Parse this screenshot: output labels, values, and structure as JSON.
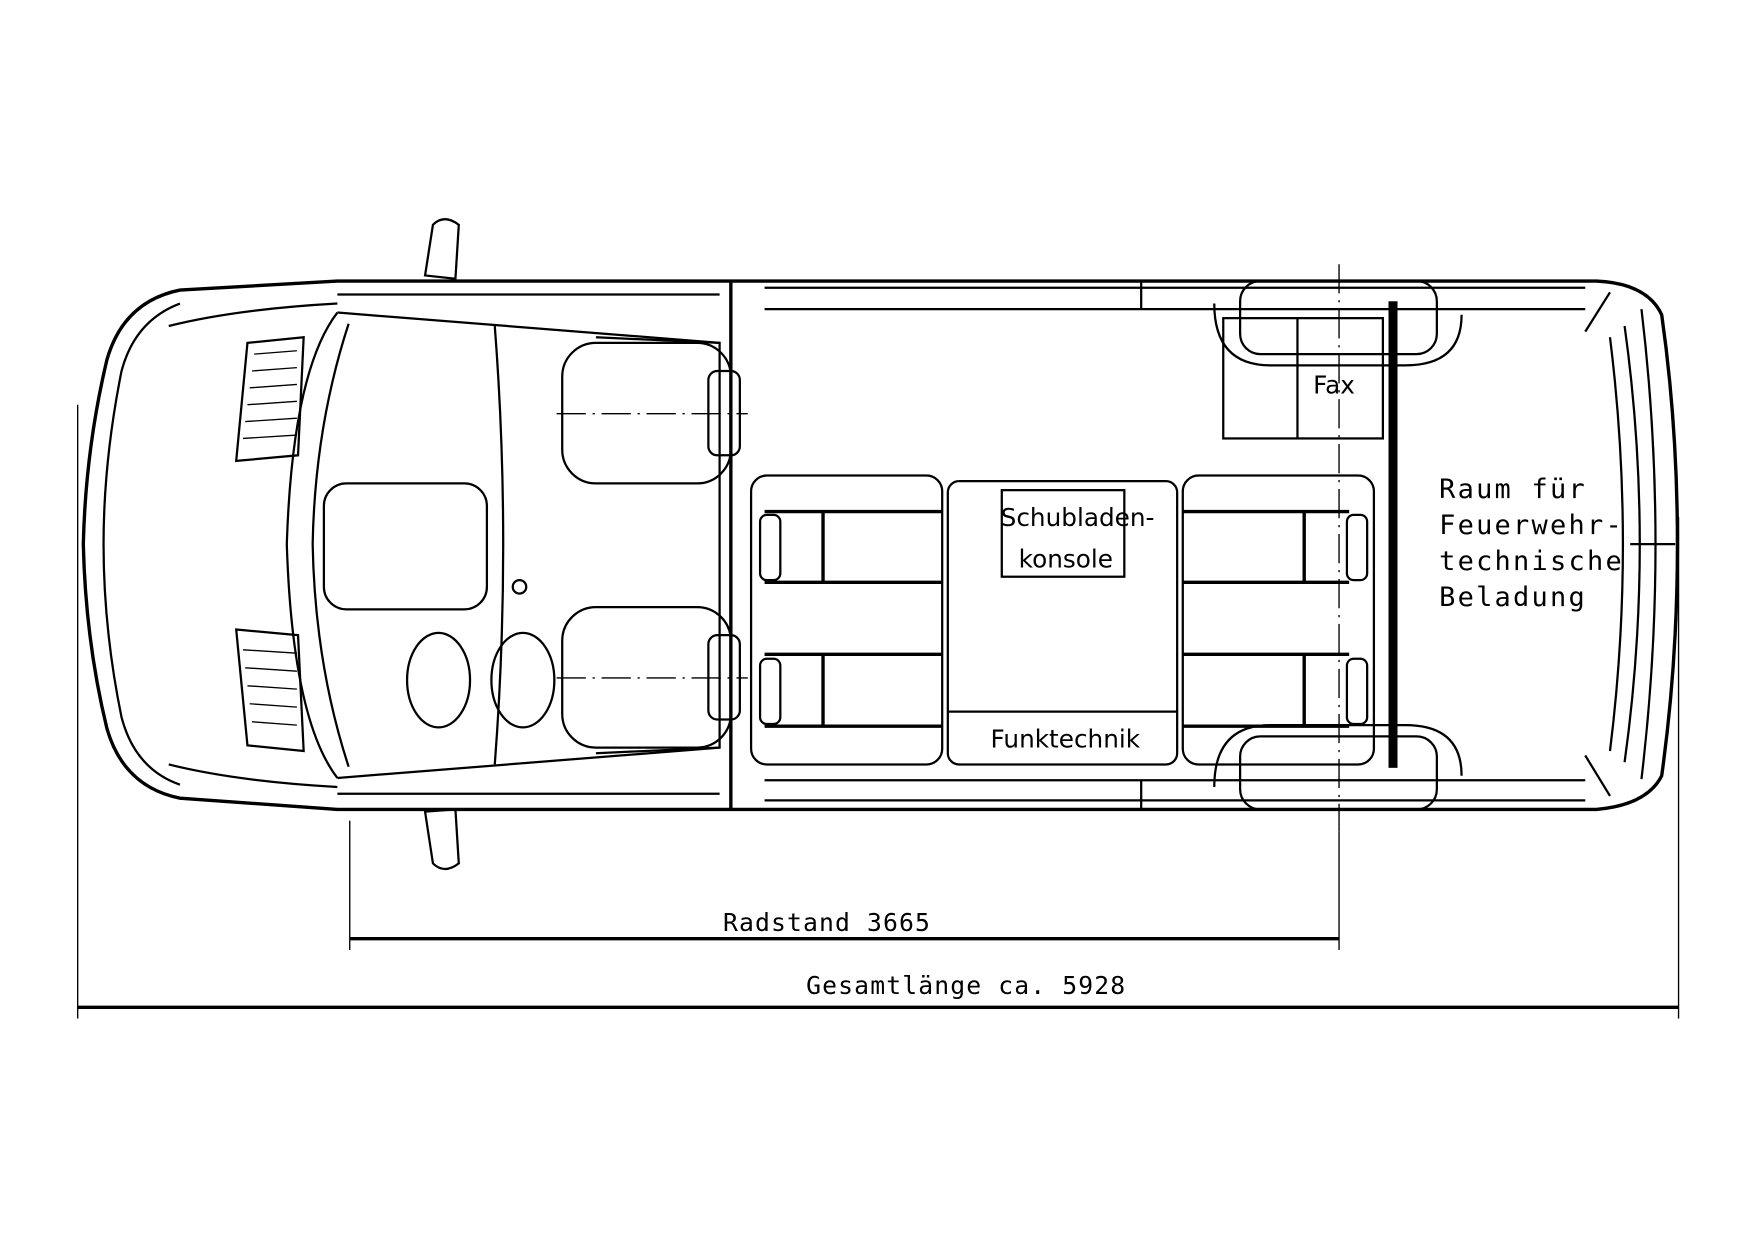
{
  "drawing": {
    "title": "Van top view floor plan",
    "labels": {
      "fax": "Fax",
      "console_line1": "Schubladen-",
      "console_line2": "konsole",
      "radio": "Funktechnik",
      "cargo_line1": "Raum für",
      "cargo_line2": "Feuerwehr-",
      "cargo_line3": "technische",
      "cargo_line4": "Beladung"
    },
    "dimensions": {
      "wheelbase": "Radstand 3665",
      "overall_length": "Gesamtlänge ca. 5928"
    }
  }
}
